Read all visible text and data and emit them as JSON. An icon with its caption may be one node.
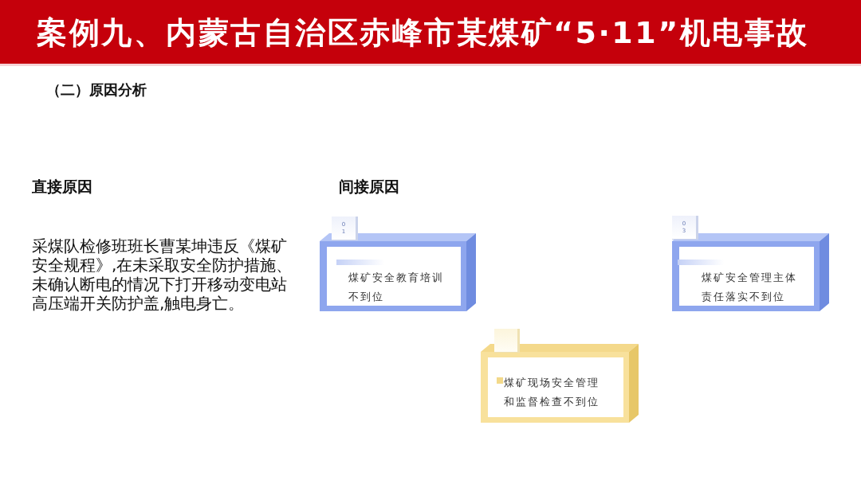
{
  "diagram": {
    "title": "案例九、内蒙古自治区赤峰市某煤矿“5·11”机电事故",
    "nodes": [
      {
        "text": [
          "01"
        ]
      },
      {
        "text": [
          "煤矿安全教育培训不到位"
        ]
      },
      {
        "text": [
          "03"
        ]
      },
      {
        "text": [
          "煤矿安全管理主体责任落实不到位"
        ]
      },
      {
        "text": [],
        "shape": "box"
      },
      {
        "text": [
          "煤矿现场安全管理和监督检查不到位"
        ]
      }
    ],
    "labels": [
      "（二）原因分析",
      "直接原因",
      "间接原因",
      "采煤队检修班班长曹某坤违反《煤矿安全规程》,在未采取安全防护措施、未确认断电的情况下打开移动变电站高压端开关防护盖,触电身亡。"
    ]
  }
}
